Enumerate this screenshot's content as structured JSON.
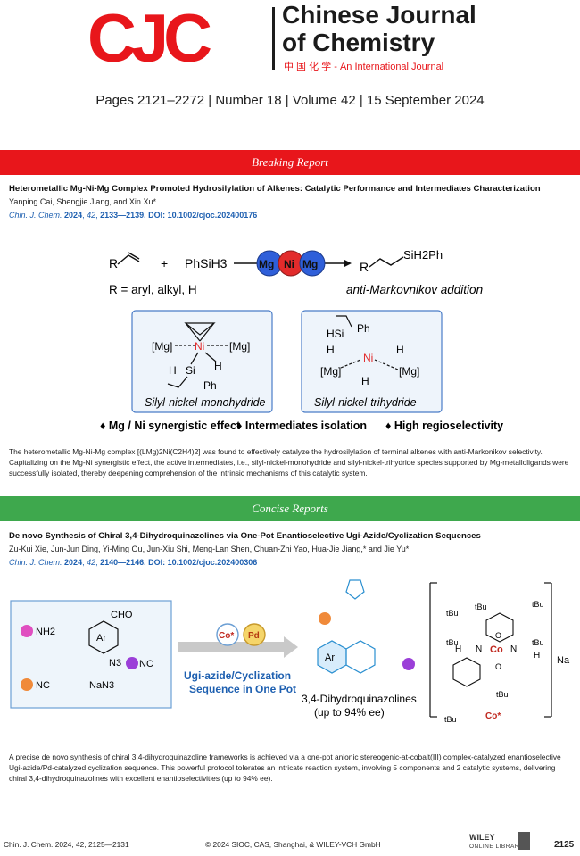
{
  "masthead": {
    "logo": "CJC",
    "title_line1": "Chinese Journal",
    "title_line2": "of Chemistry",
    "subtitle": "中 国 化 学 - An International Journal",
    "issue_line": "Pages 2121–2272 | Number 18 | Volume 42 | 15 September 2024"
  },
  "section1": {
    "label": "Breaking Report",
    "title": "Heterometallic Mg-Ni-Mg Complex Promoted Hydrosilylation of Alkenes: Catalytic Performance and Intermediates Characterization",
    "authors": "Yanping Cai, Shengjie Jiang, and Xin Xu*",
    "cite_journal": "Chin. J. Chem.",
    "cite_year": "2024",
    "cite_vol": "42",
    "cite_rest": "2133—2139. DOI: 10.1002/cjoc.202400176",
    "scheme": {
      "r": "R",
      "plus": "+",
      "silane": "PhSiH3",
      "catalyst": [
        "Mg",
        "Ni",
        "Mg"
      ],
      "product_r": "R",
      "product_si": "SiH2Ph",
      "r_def": "R = aryl, alkyl, H",
      "selectivity": "anti-Markovnikov addition",
      "box1_caption": "Silyl-nickel-monohydride",
      "box2_caption": "Silyl-nickel-trihydride",
      "labels": {
        "mg": "[Mg]",
        "ni": "Ni",
        "si": "Si",
        "h": "H",
        "ph": "Ph",
        "hsi": "HSi"
      },
      "highlights": [
        "Mg / Ni synergistic effect",
        "Intermediates isolation",
        "High regioselectivity"
      ]
    },
    "abstract": "The heterometallic Mg-Ni-Mg complex [(LMg)2Ni(C2H4)2] was found to effectively catalyze the hydrosilylation of terminal alkenes with anti-Markonikov selectivity. Capitalizing on the Mg-Ni synergistic effect, the active intermediates, i.e., silyl-nickel-monohydride and silyl-nickel-trihydride species supported by Mg-metalloligands were successfully isolated, thereby deepening comprehension of the intrinsic mechanisms of this catalytic system."
  },
  "section2": {
    "label": "Concise Reports",
    "title": "De novo Synthesis of Chiral 3,4-Dihydroquinazolines via One-Pot Enantioselective Ugi-Azide/Cyclization Sequences",
    "authors": "Zu-Kui Xie, Jun-Jun Ding, Yi-Ming Ou, Jun-Xiu Shi, Meng-Lan Shen, Chuan-Zhi Yao, Hua-Jie Jiang,* and Jie Yu*",
    "cite_journal": "Chin. J. Chem.",
    "cite_year": "2024",
    "cite_vol": "42",
    "cite_rest": "2140—2146. DOI: 10.1002/cjoc.202400306",
    "scheme": {
      "nh2": "NH2",
      "cho": "CHO",
      "ar": "Ar",
      "n3": "N3",
      "nc": "NC",
      "nan3": "NaN3",
      "cat1": "Co*",
      "cat2": "Pd",
      "seq1": "Ugi-azide/Cyclization",
      "seq2": "Sequence in One Pot",
      "product": "3,4-Dihydroquinazolines",
      "ee": "(up to 94% ee)",
      "complex_label": "Co*",
      "na": "Na",
      "tbu": "tBu",
      "n": "N",
      "h": "H",
      "o": "O",
      "co": "Co"
    },
    "abstract": "A precise de novo synthesis of chiral 3,4-dihydroquinazoline frameworks is achieved via a one-pot anionic stereogenic-at-cobalt(III) complex-catalyzed enantioselective Ugi-azide/Pd-catalyzed cyclization sequence. This powerful protocol tolerates an intricate reaction system, involving 5 components and 2 catalytic systems, delivering chiral 3,4-dihydroquinazolines with excellent enantioselectivities (up to 94% ee)."
  },
  "footer": {
    "citation": "Chin. J. Chem. 2024, 42, 2125—2131",
    "copyright": "© 2024 SIOC, CAS, Shanghai, & WILEY-VCH GmbH",
    "publisher_top": "WILEY",
    "publisher_bottom": "ONLINE LIBRARY",
    "page": "2125"
  },
  "colors": {
    "red": "#e8161b",
    "green": "#3ea84d",
    "link": "#1d5fb0",
    "mg_blue": "#2f5fd9",
    "ni_red": "#e22b2b",
    "pink": "#e04fc0",
    "orange": "#f08a3a",
    "purple": "#9b3fd8"
  }
}
